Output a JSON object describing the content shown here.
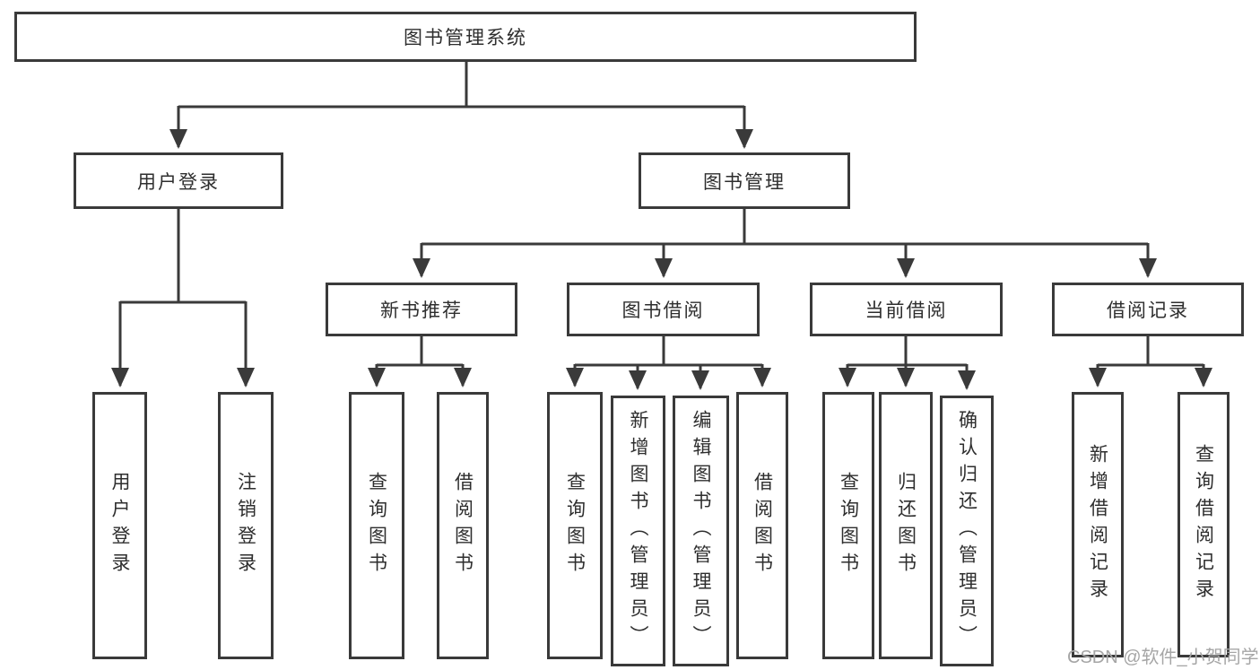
{
  "diagram": {
    "root": {
      "label": "图书管理系统"
    },
    "level2": {
      "user_login": {
        "label": "用户登录"
      },
      "book_mgmt": {
        "label": "图书管理"
      }
    },
    "level3": {
      "new_book_rec": {
        "label": "新书推荐"
      },
      "book_borrow": {
        "label": "图书借阅"
      },
      "current_borrow": {
        "label": "当前借阅"
      },
      "borrow_record": {
        "label": "借阅记录"
      }
    },
    "leaves": {
      "user_login": {
        "label": "用户登录"
      },
      "logout": {
        "label": "注销登录"
      },
      "rec_query_book": {
        "label": "查询图书"
      },
      "rec_borrow_book": {
        "label": "借阅图书"
      },
      "bb_query_book": {
        "label": "查询图书"
      },
      "bb_add_book": {
        "label": "新增图书（管理员）"
      },
      "bb_edit_book": {
        "label": "编辑图书（管理员）"
      },
      "bb_borrow_book": {
        "label": "借阅图书"
      },
      "cb_query_book": {
        "label": "查询图书"
      },
      "cb_return_book": {
        "label": "归还图书"
      },
      "cb_confirm_return": {
        "label": "确认归还（管理员）"
      },
      "br_add_record": {
        "label": "新增借阅记录"
      },
      "br_query_record": {
        "label": "查询借阅记录"
      }
    },
    "watermark": "CSDN @软件_小贺同学",
    "colors": {
      "line": "#3a3a3a",
      "text": "#2e2e2e",
      "watermark": "#a6a6a6",
      "background": "#ffffff"
    }
  }
}
